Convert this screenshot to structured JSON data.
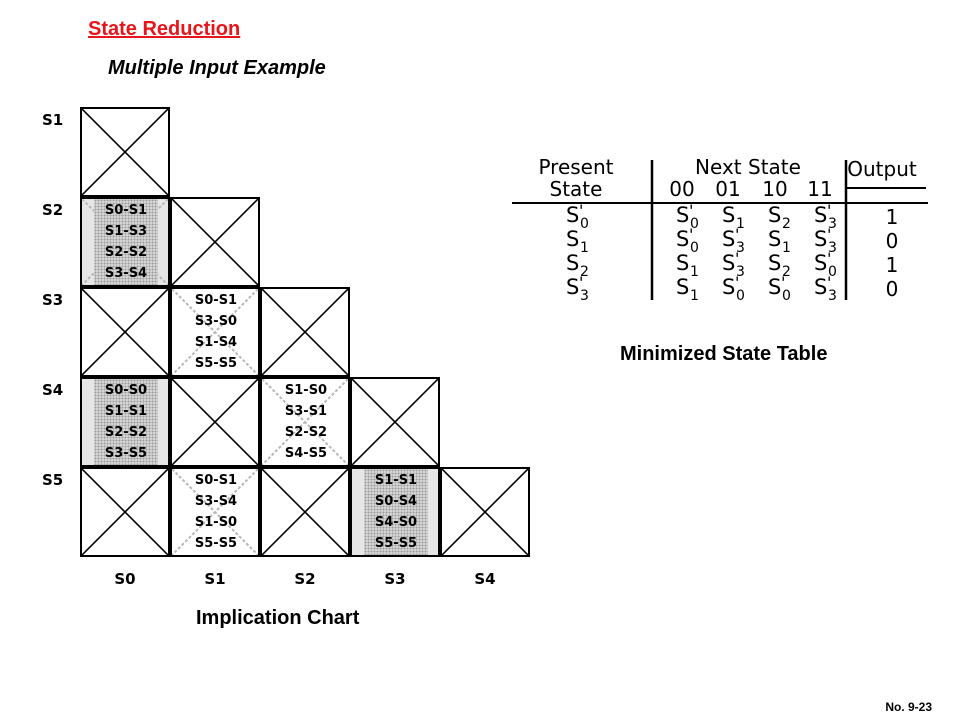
{
  "title": "State Reduction",
  "subtitle": "Multiple Input Example",
  "implication_chart": {
    "caption": "Implication Chart",
    "rows": [
      {
        "label": "S1",
        "cells": [
          {
            "crossed": true,
            "pairs": []
          }
        ]
      },
      {
        "label": "S2",
        "cells": [
          {
            "crossed": true,
            "faint": true,
            "shaded": true,
            "pairs": [
              "S0-S1",
              "S1-S3",
              "S2-S2",
              "S3-S4"
            ]
          },
          {
            "crossed": true,
            "pairs": []
          }
        ]
      },
      {
        "label": "S3",
        "cells": [
          {
            "crossed": true,
            "pairs": []
          },
          {
            "crossed": true,
            "faint": true,
            "pairs": [
              "S0-S1",
              "S3-S0",
              "S1-S4",
              "S5-S5"
            ]
          },
          {
            "crossed": true,
            "pairs": []
          }
        ]
      },
      {
        "label": "S4",
        "cells": [
          {
            "crossed": false,
            "shaded": true,
            "pairs": [
              "S0-S0",
              "S1-S1",
              "S2-S2",
              "S3-S5"
            ]
          },
          {
            "crossed": true,
            "pairs": []
          },
          {
            "crossed": true,
            "faint": true,
            "pairs": [
              "S1-S0",
              "S3-S1",
              "S2-S2",
              "S4-S5"
            ]
          },
          {
            "crossed": true,
            "pairs": []
          }
        ]
      },
      {
        "label": "S5",
        "cells": [
          {
            "crossed": true,
            "pairs": []
          },
          {
            "crossed": true,
            "faint": true,
            "pairs": [
              "S0-S1",
              "S3-S4",
              "S1-S0",
              "S5-S5"
            ]
          },
          {
            "crossed": true,
            "pairs": []
          },
          {
            "crossed": false,
            "shaded": true,
            "pairs": [
              "S1-S1",
              "S0-S4",
              "S4-S0",
              "S5-S5"
            ]
          },
          {
            "crossed": true,
            "pairs": []
          }
        ]
      }
    ],
    "columns": [
      "S0",
      "S1",
      "S2",
      "S3",
      "S4"
    ]
  },
  "state_table": {
    "caption": "Minimized State Table",
    "header_present": [
      "Present",
      "State"
    ],
    "header_next": "Next State",
    "inputs": [
      "00",
      "01",
      "10",
      "11"
    ],
    "header_output": "Output",
    "rows": [
      {
        "state": [
          "S",
          "0",
          "'"
        ],
        "next": [
          [
            "S",
            "0",
            "'"
          ],
          [
            "S",
            "1",
            ""
          ],
          [
            "S",
            "2",
            ""
          ],
          [
            "S",
            "3",
            "'"
          ]
        ],
        "output": "1"
      },
      {
        "state": [
          "S",
          "1",
          ""
        ],
        "next": [
          [
            "S",
            "0",
            "'"
          ],
          [
            "S",
            "3",
            "'"
          ],
          [
            "S",
            "1",
            ""
          ],
          [
            "S",
            "3",
            "'"
          ]
        ],
        "output": "0"
      },
      {
        "state": [
          "S",
          "2",
          ""
        ],
        "next": [
          [
            "S",
            "1",
            ""
          ],
          [
            "S",
            "3",
            "'"
          ],
          [
            "S",
            "2",
            ""
          ],
          [
            "S",
            "0",
            "'"
          ]
        ],
        "output": "1"
      },
      {
        "state": [
          "S",
          "3",
          "'"
        ],
        "next": [
          [
            "S",
            "1",
            ""
          ],
          [
            "S",
            "0",
            "'"
          ],
          [
            "S",
            "0",
            "'"
          ],
          [
            "S",
            "3",
            "'"
          ]
        ],
        "output": "0"
      }
    ]
  },
  "footer": "No. 9-23"
}
